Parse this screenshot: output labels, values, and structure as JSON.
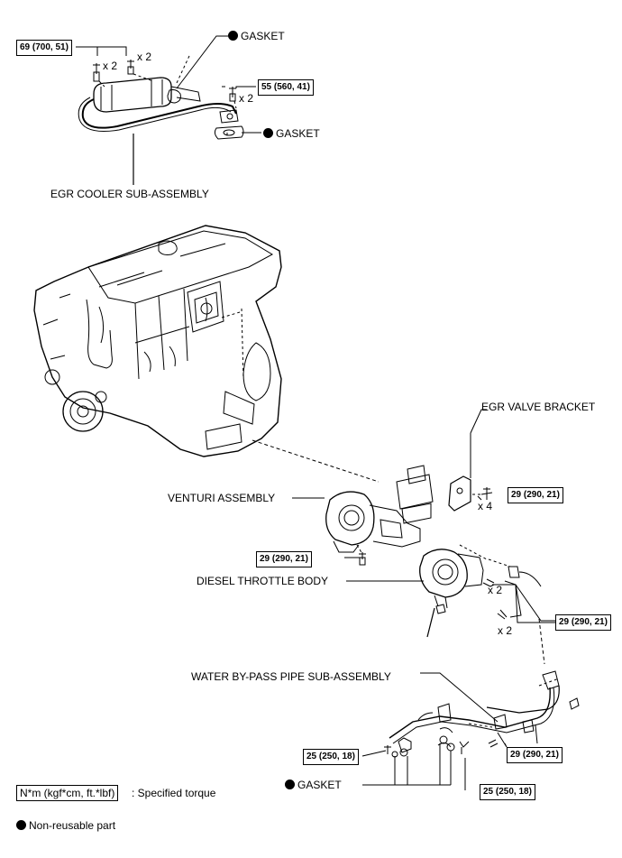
{
  "labels": {
    "egr_cooler": "EGR COOLER SUB-ASSEMBLY",
    "gasket": "GASKET",
    "egr_valve_bracket": "EGR VALVE BRACKET",
    "venturi": "VENTURI ASSEMBLY",
    "throttle": "DIESEL THROTTLE BODY",
    "water_pipe": "WATER BY-PASS PIPE SUB-ASSEMBLY"
  },
  "torques": {
    "t69": "69 (700, 51)",
    "t55": "55 (560, 41)",
    "t29": "29 (290, 21)",
    "t25": "25 (250, 18)"
  },
  "quantities": {
    "x2": "x 2",
    "x4": "x 4"
  },
  "legend": {
    "torque_unit": "N*m (kgf*cm, ft.*lbf)",
    "torque_text": ": Specified torque",
    "nonreusable": "Non-reusable part"
  }
}
